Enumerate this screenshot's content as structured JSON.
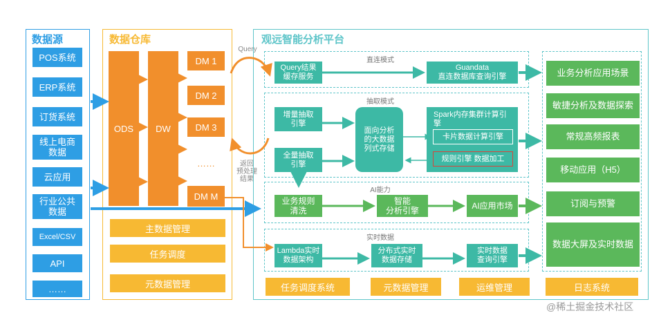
{
  "data_source": {
    "title": "数据源",
    "items": [
      "POS系统",
      "ERP系统",
      "订货系统",
      "线上电商\n数据",
      "云应用",
      "行业公共\n数据",
      "Excel/CSV",
      "API",
      "……"
    ]
  },
  "warehouse": {
    "title": "数据仓库",
    "ods": "ODS",
    "dw": "DW",
    "dms": [
      "DM 1",
      "DM 2",
      "DM 3",
      "……",
      "DM M"
    ],
    "bottom": [
      "主数据管理",
      "任务调度",
      "元数据管理"
    ]
  },
  "connectors": {
    "query": "Query",
    "return": "返回\n预处理\n结果"
  },
  "platform": {
    "title": "观远智能分析平台",
    "direct": {
      "label": "直连模式",
      "query_cache": "Query结果\n缓存服务",
      "guandata": "Guandata\n直连数据库查询引擎"
    },
    "extract": {
      "label": "抽取模式",
      "incremental": "增量抽取\n引擎",
      "full": "全量抽取\n引擎",
      "columnar": "面向分析\n的大数据\n列式存储",
      "spark": "Spark内存集群计算引\n擎",
      "card": "卡片数据计算引擎",
      "rules": "规则引擎 数据加工"
    },
    "ai": {
      "label": "AI能力",
      "cleansing": "业务规则\n清洗",
      "smart": "智能\n分析引擎",
      "market": "AI应用市场"
    },
    "realtime": {
      "label": "实时数据",
      "lambda": "Lambda实时\n数据架构",
      "storage": "分布式实时\n数据存储",
      "query": "实时数据\n查询引擎"
    },
    "bottom": [
      "任务调度系统",
      "元数据管理",
      "运维管理"
    ]
  },
  "apps": {
    "items": [
      "业务分析应用场景",
      "敏捷分析及数据探索",
      "常规高频报表",
      "移动应用（H5）",
      "订阅与预警",
      "数据大屏及实时数据"
    ],
    "log": "日志系统"
  },
  "watermark": "@稀土掘金技术社区",
  "colors": {
    "blue": "#2e9ee4",
    "orange": "#f18f2c",
    "yellow": "#f7b933",
    "teal": "#3db9a5",
    "green": "#5bb85b",
    "border": "#5ec5c9"
  }
}
